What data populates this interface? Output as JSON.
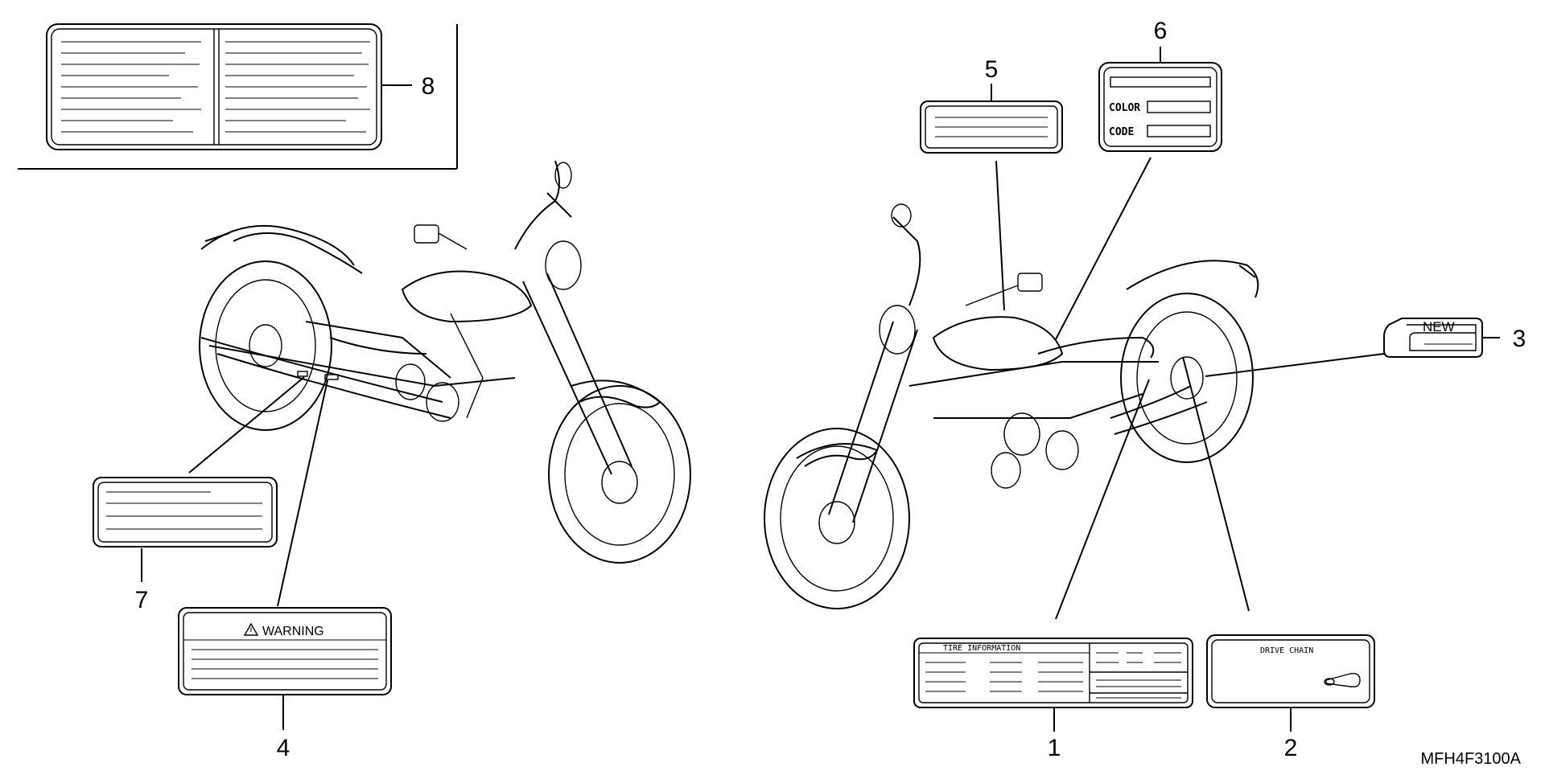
{
  "callouts": {
    "n1": "1",
    "n2": "2",
    "n3": "3",
    "n4": "4",
    "n5": "5",
    "n6": "6",
    "n7": "7",
    "n8": "8"
  },
  "labels": {
    "warning": "WARNING",
    "color": "COLOR",
    "code": "CODE",
    "new": "NEW",
    "drive_chain": "DRIVE CHAIN",
    "tire_information": "TIRE INFORMATION"
  },
  "diagram_code": "MFH4F3100A"
}
